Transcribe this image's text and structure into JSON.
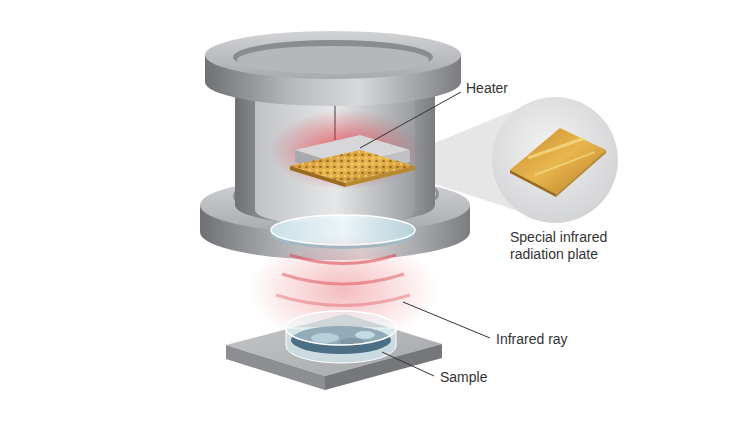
{
  "diagram": {
    "labels": [
      "Heater",
      "Special infrared radiation plate",
      "Infrared ray",
      "Sample"
    ]
  }
}
